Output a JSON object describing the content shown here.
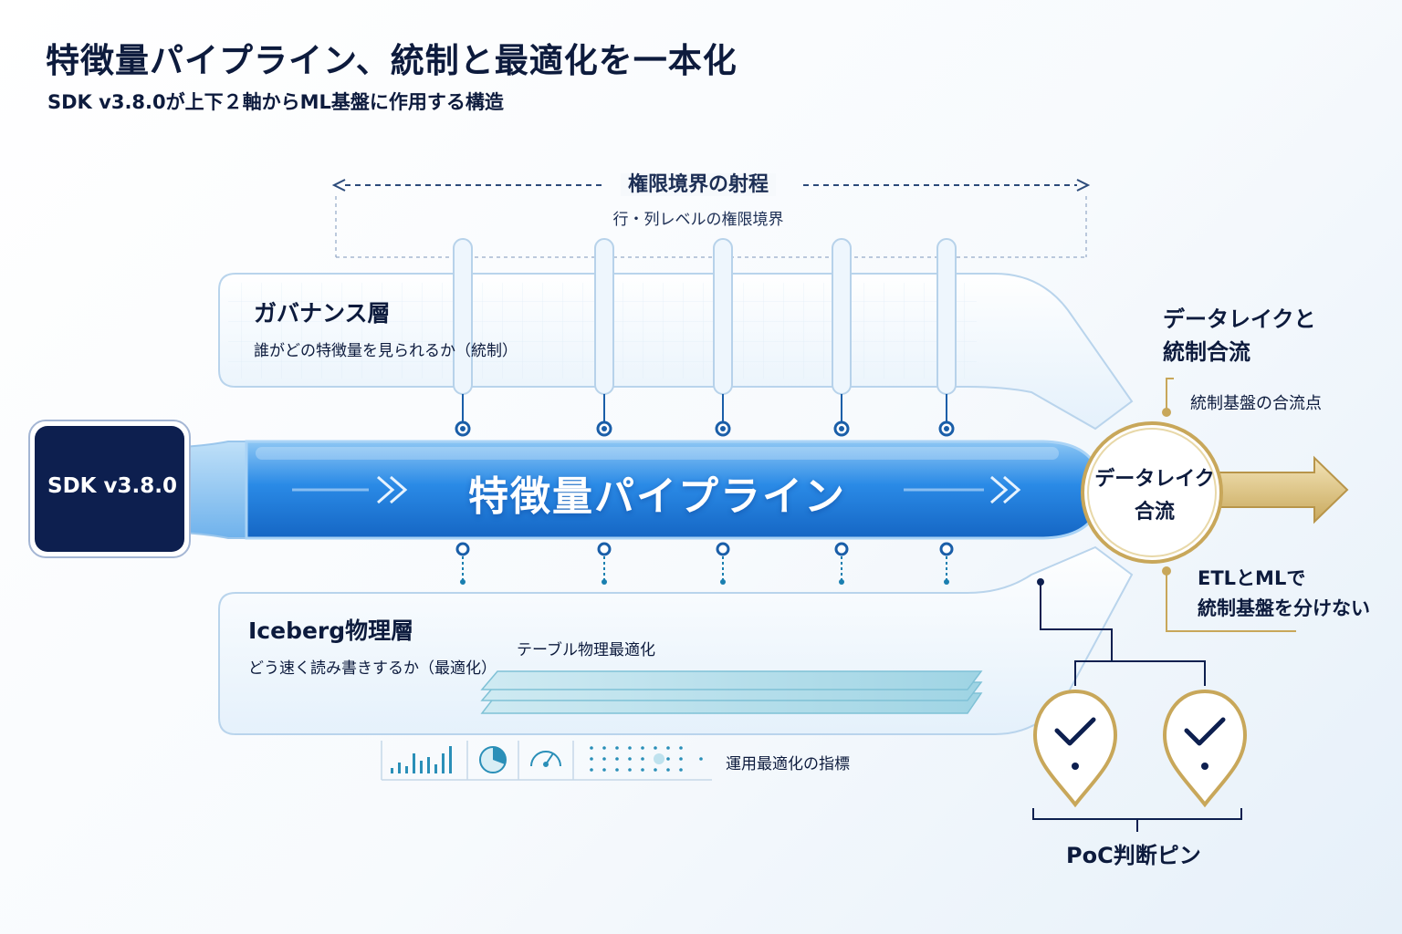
{
  "header": {
    "title": "特徴量パイプライン、統制と最適化を一本化",
    "subtitle": "SDK v3.8.0が上下２軸からML基盤に作用する構造"
  },
  "scope": {
    "title": "権限境界の射程",
    "subtitle": "行・列レベルの権限境界"
  },
  "governance": {
    "title": "ガバナンス層",
    "subtitle": "誰がどの特徴量を見られるか（統制）"
  },
  "iceberg": {
    "title": "Iceberg物理層",
    "subtitle": "どう速く読み書きするか（最適化）",
    "table_label": "テーブル物理最適化",
    "metrics_label": "運用最適化の指標"
  },
  "pipeline": {
    "sdk_label": "SDK v3.8.0",
    "label": "特徴量パイプライン"
  },
  "merge": {
    "node_label": "データレイク合流",
    "title": "データレイクと\n統制合流",
    "subtitle": "統制基盤の合流点",
    "etl_note": "ETLとMLで\n統制基盤を分けない"
  },
  "poc": {
    "label": "PoC判断ピン"
  },
  "colors": {
    "navy": "#0d1f4f",
    "pipe_blue": "#1f7fe0",
    "gold": "#c8a75a",
    "text": "#0d1b3d"
  }
}
